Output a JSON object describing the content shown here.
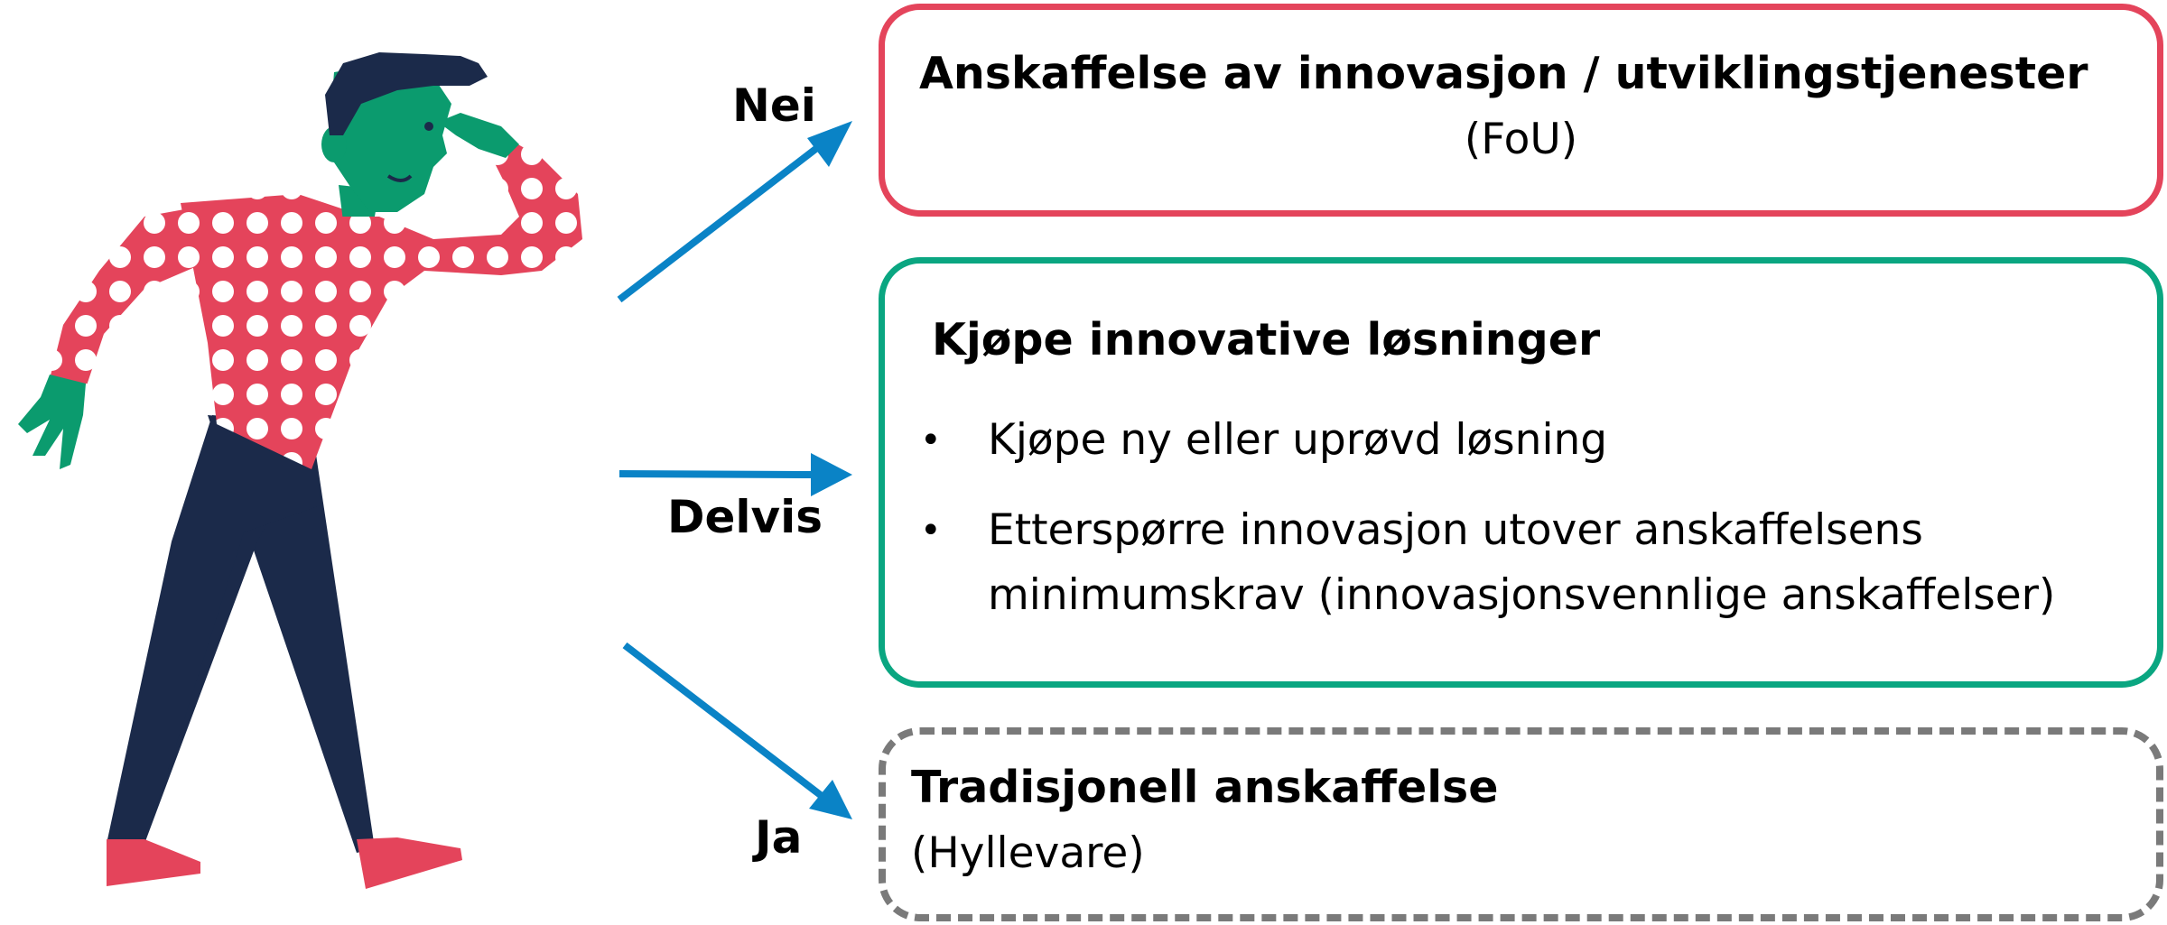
{
  "colors": {
    "arrow": "#0a83c6",
    "box_red": "#e4445b",
    "box_green": "#0aa681",
    "box_grey": "#7a7a7a",
    "shirt": "#e4445b",
    "skin": "#0b9b6e",
    "pants": "#1b2a4a"
  },
  "icons": {
    "figure": "thinking-person-icon"
  },
  "arrows": {
    "nei_label": "Nei",
    "delvis_label": "Delvis",
    "ja_label": "Ja"
  },
  "boxes": {
    "fou": {
      "title": "Anskaffelse av innovasjon / utviklingstjenester",
      "subtitle": "(FoU)"
    },
    "innovative": {
      "title": "Kjøpe innovative løsninger",
      "bullet_symbol": "•",
      "bullets": [
        "Kjøpe ny eller uprøvd løsning",
        "Etterspørre innovasjon utover anskaffelsens minimumskrav (innovasjonsvennlige anskaffelser)"
      ]
    },
    "traditional": {
      "title": "Tradisjonell anskaffelse",
      "subtitle": "(Hyllevare)"
    }
  }
}
